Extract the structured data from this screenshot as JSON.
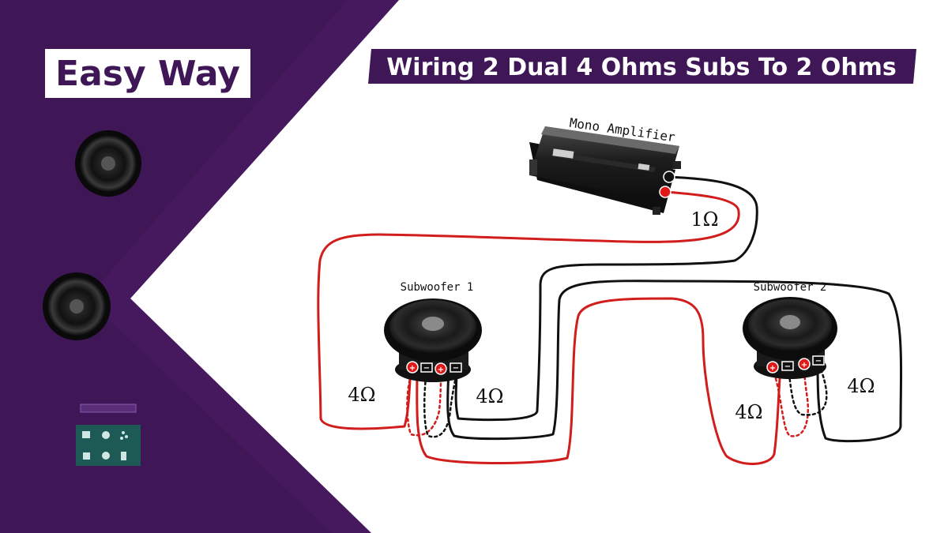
{
  "badge": {
    "text": "Easy Way"
  },
  "title": {
    "text": "Wiring 2 Dual 4 Ohms Subs To 2 Ohms"
  },
  "amplifier": {
    "label": "Mono Amplifier"
  },
  "subwoofer1": {
    "label": "Subwoofer 1",
    "left_coil": "4Ω",
    "right_coil": "4Ω"
  },
  "subwoofer2": {
    "label": "Subwoofer 2",
    "left_coil": "4Ω",
    "right_coil": "4Ω"
  },
  "amp_load": {
    "text": "1Ω"
  },
  "terminals": {
    "positive": "+",
    "negative": "−"
  },
  "colors": {
    "panel_purple": "#3f1656",
    "panel_purple_light": "#4d1d68",
    "positive_wire": "#d21d1d",
    "negative_wire": "#111111",
    "badge_bg": "#ffffff",
    "logo_bg": "#1d5a56"
  },
  "icons": [
    "speaker-icon",
    "speaker-icon",
    "watermark-logo"
  ]
}
